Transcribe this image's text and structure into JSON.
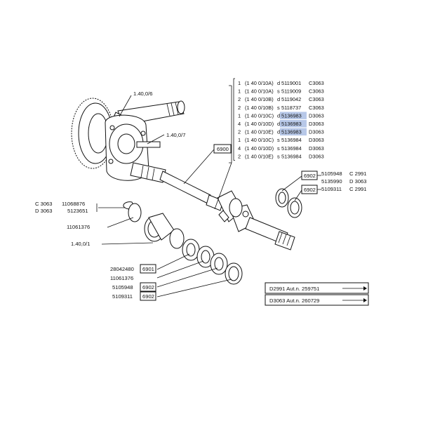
{
  "parts_table": {
    "rows": [
      {
        "qty": "1",
        "spec": "(1 40 0/10A)",
        "sfx": "d",
        "part": "5119001",
        "code": "C3063",
        "highlight": false
      },
      {
        "qty": "1",
        "spec": "(1 40 0/10A)",
        "sfx": "s",
        "part": "5119009",
        "code": "C3063",
        "highlight": false
      },
      {
        "qty": "2",
        "spec": "(1 40 0/10B)",
        "sfx": "d",
        "part": "5119042",
        "code": "C3063",
        "highlight": false
      },
      {
        "qty": "2",
        "spec": "(1 40 0/10B)",
        "sfx": "s",
        "part": "5118737",
        "code": "C3063",
        "highlight": false
      },
      {
        "qty": "1",
        "spec": "(1 40 0/10C)",
        "sfx": "d",
        "part": "5136983",
        "code": "D3063",
        "highlight": true
      },
      {
        "qty": "4",
        "spec": "(1 40 0/10D)",
        "sfx": "d",
        "part": "5136983",
        "code": "D3063",
        "highlight": true
      },
      {
        "qty": "2",
        "spec": "(1 40 0/10E)",
        "sfx": "d",
        "part": "5136983",
        "code": "D3063",
        "highlight": true
      },
      {
        "qty": "1",
        "spec": "(1 40 0/10C)",
        "sfx": "s",
        "part": "5136984",
        "code": "D3063",
        "highlight": false
      },
      {
        "qty": "4",
        "spec": "(1 40 0/10D)",
        "sfx": "s",
        "part": "5136984",
        "code": "D3063",
        "highlight": false
      },
      {
        "qty": "2",
        "spec": "(1 40 0/10E)",
        "sfx": "s",
        "part": "5136984",
        "code": "D3063",
        "highlight": false
      }
    ]
  },
  "labels": {
    "ref_1_40_0_6": "1.40,0/6",
    "ref_1_40_0_7": "1.40,0/7",
    "ref_1_40_0_1": "1.40,0/1",
    "box_6900": "6900",
    "right_box_6902_top": "6902",
    "right_box_6902_bottom": "6902",
    "right_5105948": "5105948",
    "right_5105948_code": "C 2991",
    "right_5135990": "5135990",
    "right_5135990_code": "D 3063",
    "right_5109311": "5109311",
    "right_5109311_code": "C 2991",
    "left_c3063": "C 3063",
    "left_11068876": "11068876",
    "left_d3063": "D 3063",
    "left_5123651": "5123651",
    "left_11061376": "11061376",
    "bottom_28042480": "28042480",
    "bottom_box_6901": "6901",
    "bottom_11061376": "11061376",
    "bottom_5105948": "5105948",
    "bottom_box_6902_a": "6902",
    "bottom_5109311": "5109311",
    "bottom_box_6902_b": "6902"
  },
  "serial_notes": [
    {
      "text": "D2991 Aut.n. 259751"
    },
    {
      "text": "D3063 Aut.n. 260729"
    }
  ],
  "colors": {
    "line": "#111111",
    "highlight": "#9fb6e0",
    "background": "#ffffff"
  }
}
